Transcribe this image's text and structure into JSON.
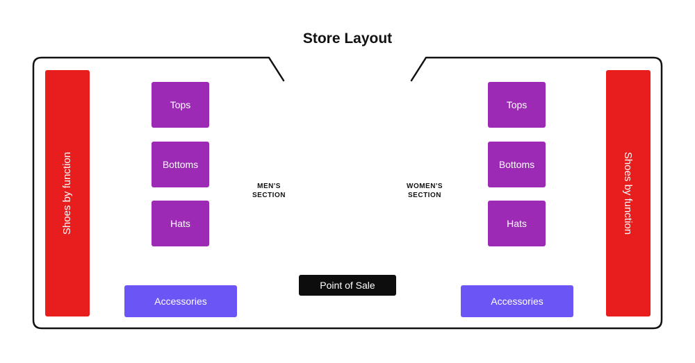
{
  "title": "Store Layout",
  "colors": {
    "shoes": "#e81e1e",
    "category": "#9c2ab5",
    "accessories": "#6b55f5",
    "point_of_sale": "#0d0d0d",
    "outline": "#111111"
  },
  "mens": {
    "section_label": [
      "MEN'S",
      "SECTION"
    ],
    "shoes": "Shoes by function",
    "categories": [
      "Tops",
      "Bottoms",
      "Hats"
    ],
    "accessories": "Accessories"
  },
  "womens": {
    "section_label": [
      "WOMEN'S",
      "SECTION"
    ],
    "shoes": "Shoes by function",
    "categories": [
      "Tops",
      "Bottoms",
      "Hats"
    ],
    "accessories": "Accessories"
  },
  "point_of_sale": "Point of Sale"
}
